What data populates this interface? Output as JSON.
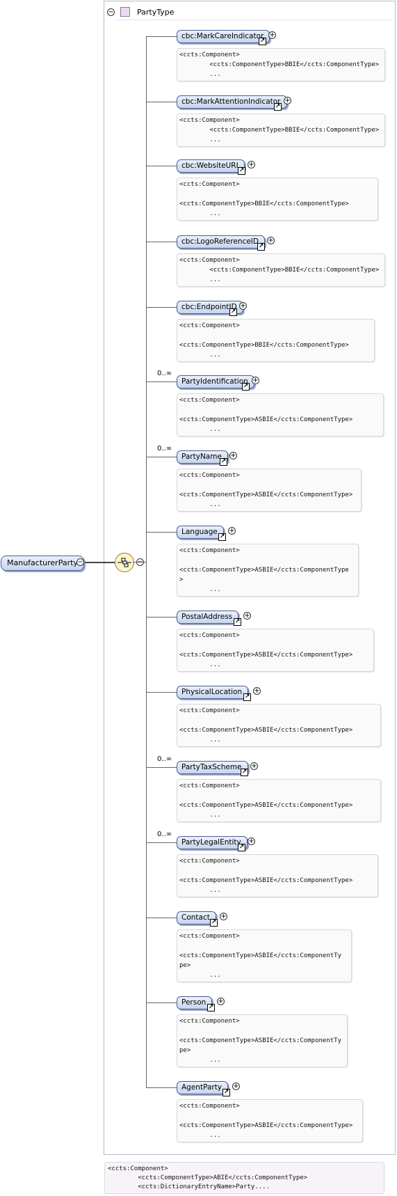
{
  "type": {
    "label": "PartyType",
    "collapse_symbol": "−"
  },
  "root": {
    "label": "ManufacturerParty",
    "collapse_symbol": "−"
  },
  "sequence": {
    "collapse_symbol": "−"
  },
  "elements": [
    {
      "label": "cbc:MarkCareIndicator",
      "occurs": "",
      "anno": [
        "<ccts:Component>",
        "        <ccts:ComponentType>BBIE</ccts:ComponentType>",
        "        ..."
      ]
    },
    {
      "label": "cbc:MarkAttentionIndicator",
      "occurs": "",
      "anno": [
        "<ccts:Component>",
        "        <ccts:ComponentType>BBIE</ccts:ComponentType>",
        "        ..."
      ]
    },
    {
      "label": "cbc:WebsiteURI",
      "occurs": "",
      "anno": [
        "<ccts:Component>",
        "",
        "<ccts:ComponentType>BBIE</ccts:ComponentType>",
        "        ..."
      ]
    },
    {
      "label": "cbc:LogoReferenceID",
      "occurs": "",
      "anno": [
        "<ccts:Component>",
        "        <ccts:ComponentType>BBIE</ccts:ComponentType>",
        "        ..."
      ]
    },
    {
      "label": "cbc:EndpointID",
      "occurs": "",
      "anno": [
        "<ccts:Component>",
        "",
        "<ccts:ComponentType>BBIE</ccts:ComponentType>",
        "        ..."
      ]
    },
    {
      "label": "PartyIdentification",
      "occurs": "0..∞",
      "anno": [
        "<ccts:Component>",
        "",
        "<ccts:ComponentType>ASBIE</ccts:ComponentType>",
        "        ..."
      ]
    },
    {
      "label": "PartyName",
      "occurs": "0..∞",
      "anno": [
        "<ccts:Component>",
        "",
        "<ccts:ComponentType>ASBIE</ccts:ComponentType>",
        "        ..."
      ]
    },
    {
      "label": "Language",
      "occurs": "",
      "anno": [
        "<ccts:Component>",
        "",
        "<ccts:ComponentType>ASBIE</ccts:ComponentType",
        ">",
        "        ..."
      ]
    },
    {
      "label": "PostalAddress",
      "occurs": "",
      "anno": [
        "<ccts:Component>",
        "",
        "<ccts:ComponentType>ASBIE</ccts:ComponentType>",
        "        ..."
      ]
    },
    {
      "label": "PhysicalLocation",
      "occurs": "",
      "anno": [
        "<ccts:Component>",
        "",
        "<ccts:ComponentType>ASBIE</ccts:ComponentType>",
        "        ..."
      ]
    },
    {
      "label": "PartyTaxScheme",
      "occurs": "0..∞",
      "anno": [
        "<ccts:Component>",
        "",
        "<ccts:ComponentType>ASBIE</ccts:ComponentType>",
        "        ..."
      ]
    },
    {
      "label": "PartyLegalEntity",
      "occurs": "0..∞",
      "anno": [
        "<ccts:Component>",
        "",
        "<ccts:ComponentType>ASBIE</ccts:ComponentType>",
        "        ..."
      ]
    },
    {
      "label": "Contact",
      "occurs": "",
      "anno": [
        "<ccts:Component>",
        "",
        "<ccts:ComponentType>ASBIE</ccts:ComponentTy",
        "pe>",
        "        ..."
      ]
    },
    {
      "label": "Person",
      "occurs": "",
      "anno": [
        "<ccts:Component>",
        "",
        "<ccts:ComponentType>ASBIE</ccts:ComponentTy",
        "pe>",
        "        ..."
      ]
    },
    {
      "label": "AgentParty",
      "occurs": "",
      "anno": [
        "<ccts:Component>",
        "",
        "<ccts:ComponentType>ASBIE</ccts:ComponentType>",
        "        ..."
      ]
    }
  ],
  "footer_anno": [
    "<ccts:Component>",
    "        <ccts:ComponentType>ABIE</ccts:ComponentType>",
    "        <ccts:DictionaryEntryName>Party...."
  ]
}
